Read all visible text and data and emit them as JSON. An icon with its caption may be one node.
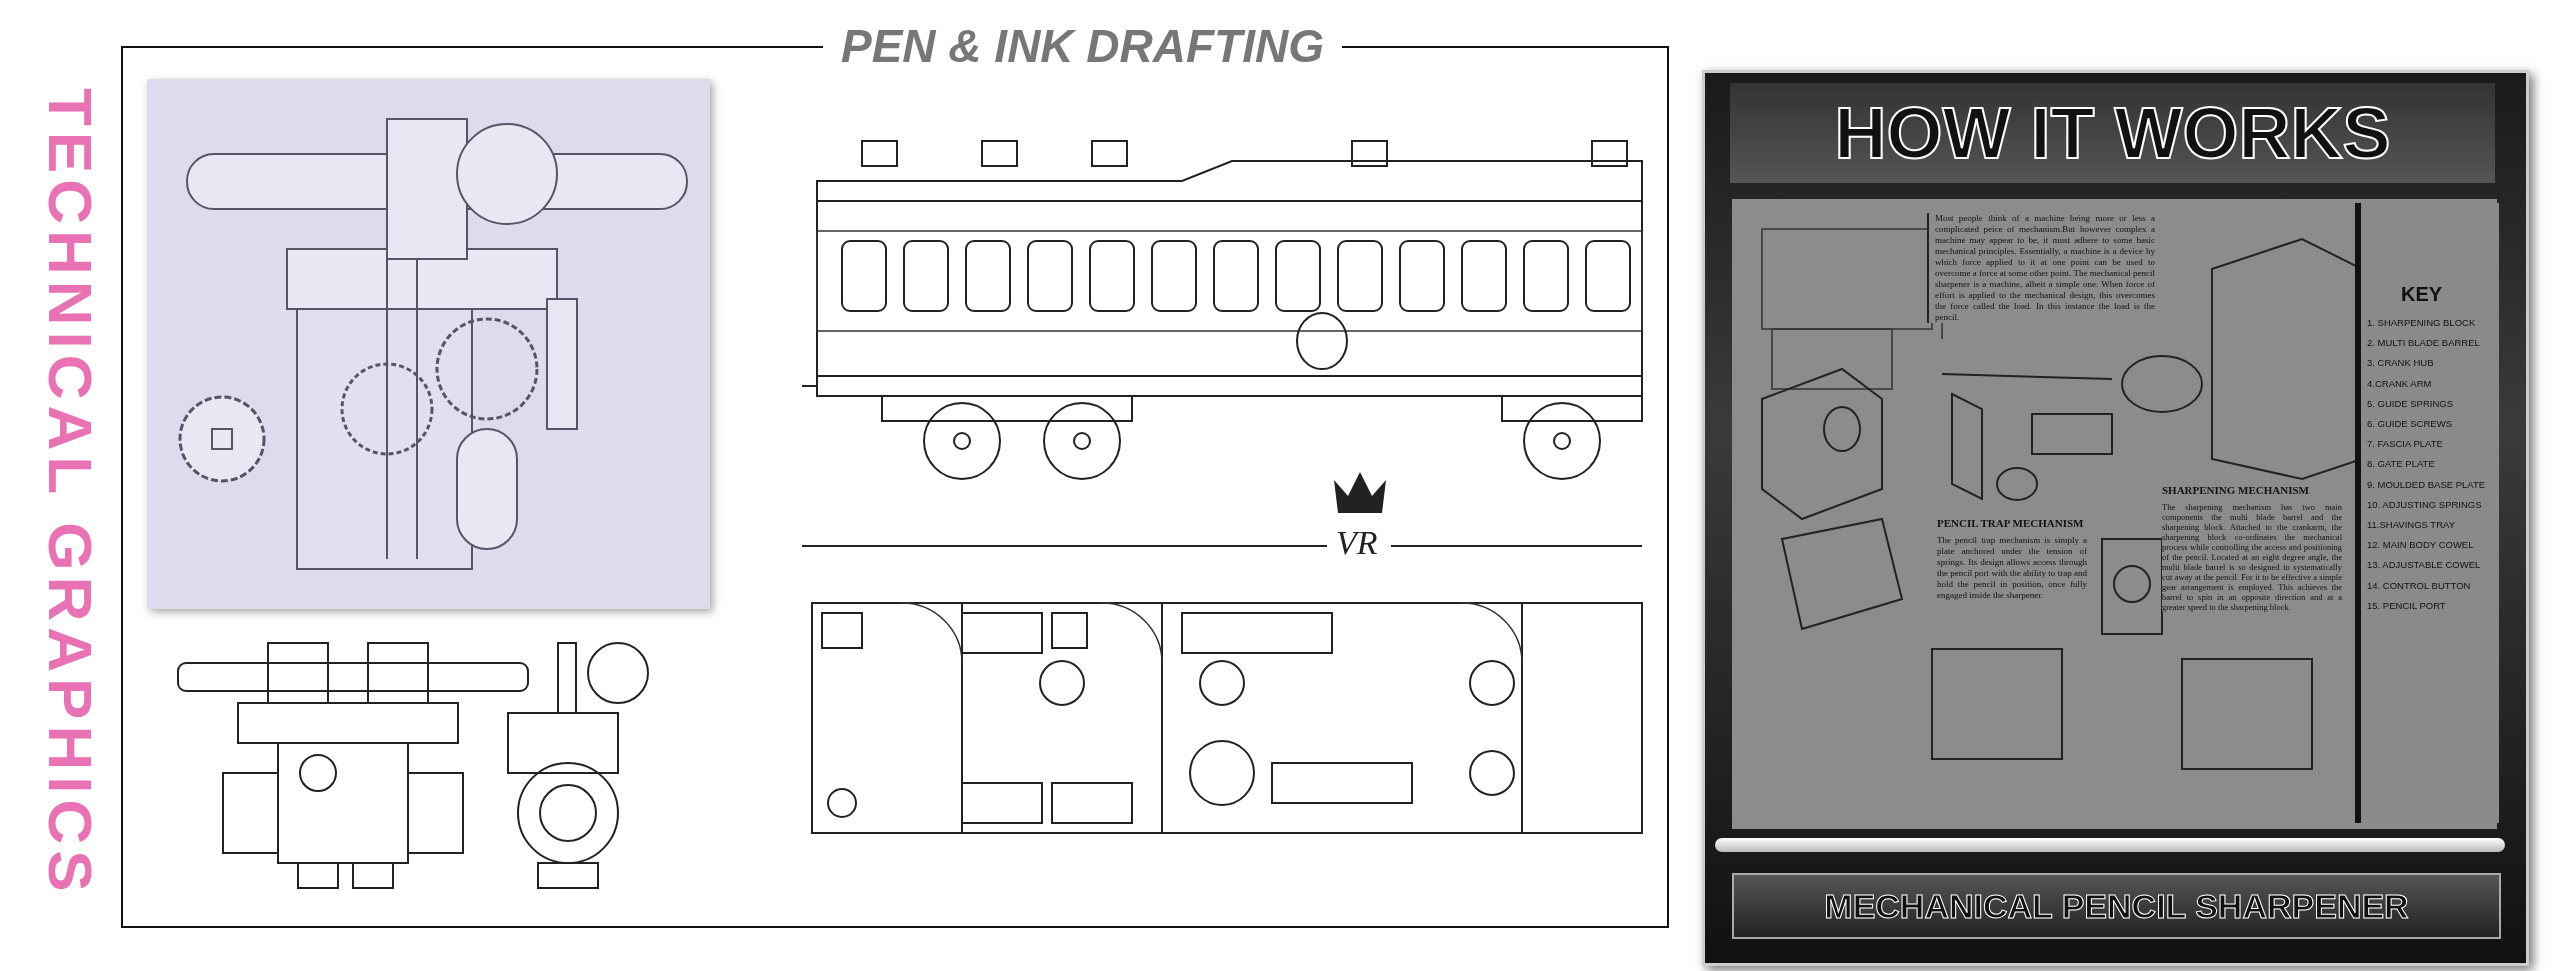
{
  "diagram": {
    "title": "TECHNICAL GRAPHICS",
    "nodes": [
      {
        "text": [
          "PEN & INK DRAFTING"
        ]
      },
      {
        "text": [
          "HOW IT WORKS",
          "MECHANICAL PENCIL SHARPENER"
        ]
      },
      {
        "text": [
          "KEY",
          "1. SHARPENING BLOCK",
          "2. MULTI BLADE BARREL",
          "3. CRANK HUB",
          "4.CRANK ARM",
          "5. GUIDE SPRINGS",
          "6. GUIDE SCREWS",
          "7. FASCIA PLATE",
          "8. GATE PLATE",
          "9. MOULDED BASE PLATE",
          "10. ADJUSTING SPRINGS",
          "11.SHAVINGS TRAY",
          "12. MAIN BODY COWEL",
          "13. ADJUSTABLE COWEL",
          "14. CONTROL BUTTON",
          "15. PENCIL PORT"
        ],
        "in": 1
      },
      {
        "text": [],
        "shape": "bar",
        "in": 1
      }
    ],
    "labels": [
      "VR",
      "Most people think of a machine being more or less a complicated peice of mechanism.But however complex a machine may appear to be, it must adhere to some basic mechanical principles. Essentially, a machine is a device by which force applied to it at one point can be used to overcome a force at some other point. The mechanical pencil sharpener is a machine, albeit a simple one. When force of effort is applied to the mechanical design, this overcomes the force called the load. In this instance the load is the pencil.",
      "PENCIL TRAP MECHANISM",
      "The pencil trap mechanism is simply a plate anchored under the tension of springs. Its design allows access through the pencil port with the ability to trap and hold the pencil in position, once fully engaged inside the sharpener.",
      "SHARPENING MECHANISM",
      "The sharpening mechanism has two main components the multi blade barrel and the sharpening block. Attached to the crankarm, the sharpening block co-ordinates the mechanical process while controlling the access and positioning of the pencil. Located at an eight degree angle, the multi blade barrel is so designed to systematically cut away at the pencil. For it to be effective a simple gear arrangement is employed. This achieves the barrel to spin in an opposite direction and at a greater speed to the sharpening block."
    ]
  }
}
